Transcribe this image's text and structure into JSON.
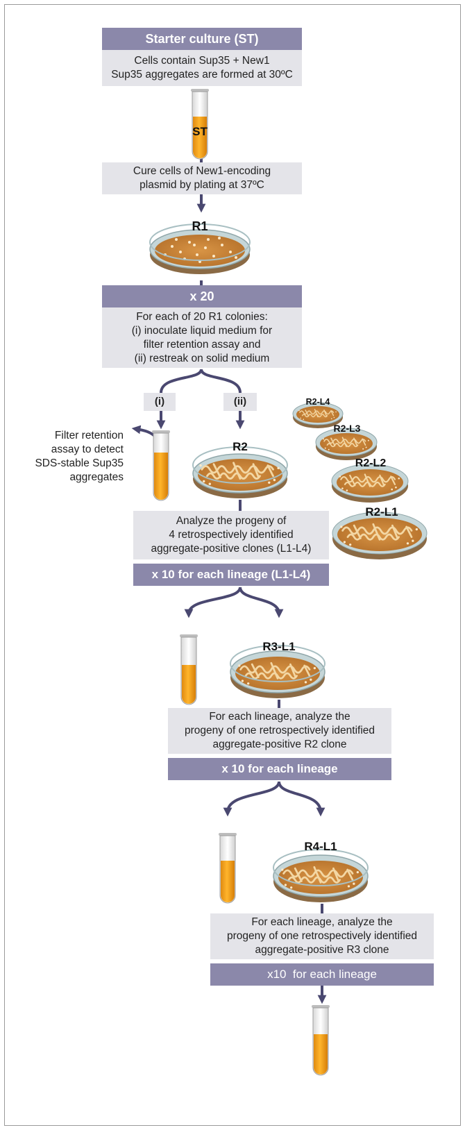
{
  "starter": {
    "header": "Starter culture (ST)",
    "lines": [
      "Cells contain Sup35 + New1",
      "Sup35 aggregates are formed at 30ºC"
    ]
  },
  "st_tube_label": "ST",
  "cure": {
    "lines": [
      "Cure cells of New1-encoding",
      "plasmid by plating at 37ºC"
    ]
  },
  "r1_label": "R1",
  "x20": {
    "header": "x 20",
    "lines": [
      "For each of 20 R1 colonies:",
      "(i) inoculate liquid medium for",
      "filter retention assay and",
      "(ii) restreak on solid medium"
    ]
  },
  "branch_i": "(i)",
  "branch_ii": "(ii)",
  "filter_text": {
    "lines": [
      "Filter retention",
      "assay to detect",
      "SDS-stable Sup35",
      "aggregates"
    ]
  },
  "r2_label": "R2",
  "lineage_plates": [
    "R2-L4",
    "R2-L3",
    "R2-L2",
    "R2-L1"
  ],
  "analyze_r2": {
    "lines": [
      "Analyze the progeny of",
      "4 retrospectively identified",
      "aggregate-positive clones (L1-L4)"
    ],
    "header": "x 10 for each lineage (L1-L4)"
  },
  "r3_label": "R3-L1",
  "analyze_r3": {
    "lines": [
      "For each lineage, analyze the",
      "progeny of one retrospectively identified",
      "aggregate-positive R2 clone"
    ],
    "header": "x 10 for each lineage"
  },
  "r4_label": "R4-L1",
  "analyze_r4": {
    "lines": [
      "For each lineage, analyze the",
      "progeny of one retrospectively identified",
      "aggregate-positive R3 clone"
    ],
    "header": "x10  for each lineage"
  },
  "colors": {
    "header_bg": "#8b88aa",
    "box_bg": "#e4e4e9",
    "arrow": "#4a4870",
    "liquid": "#f0a020",
    "agar": "#c98536"
  }
}
